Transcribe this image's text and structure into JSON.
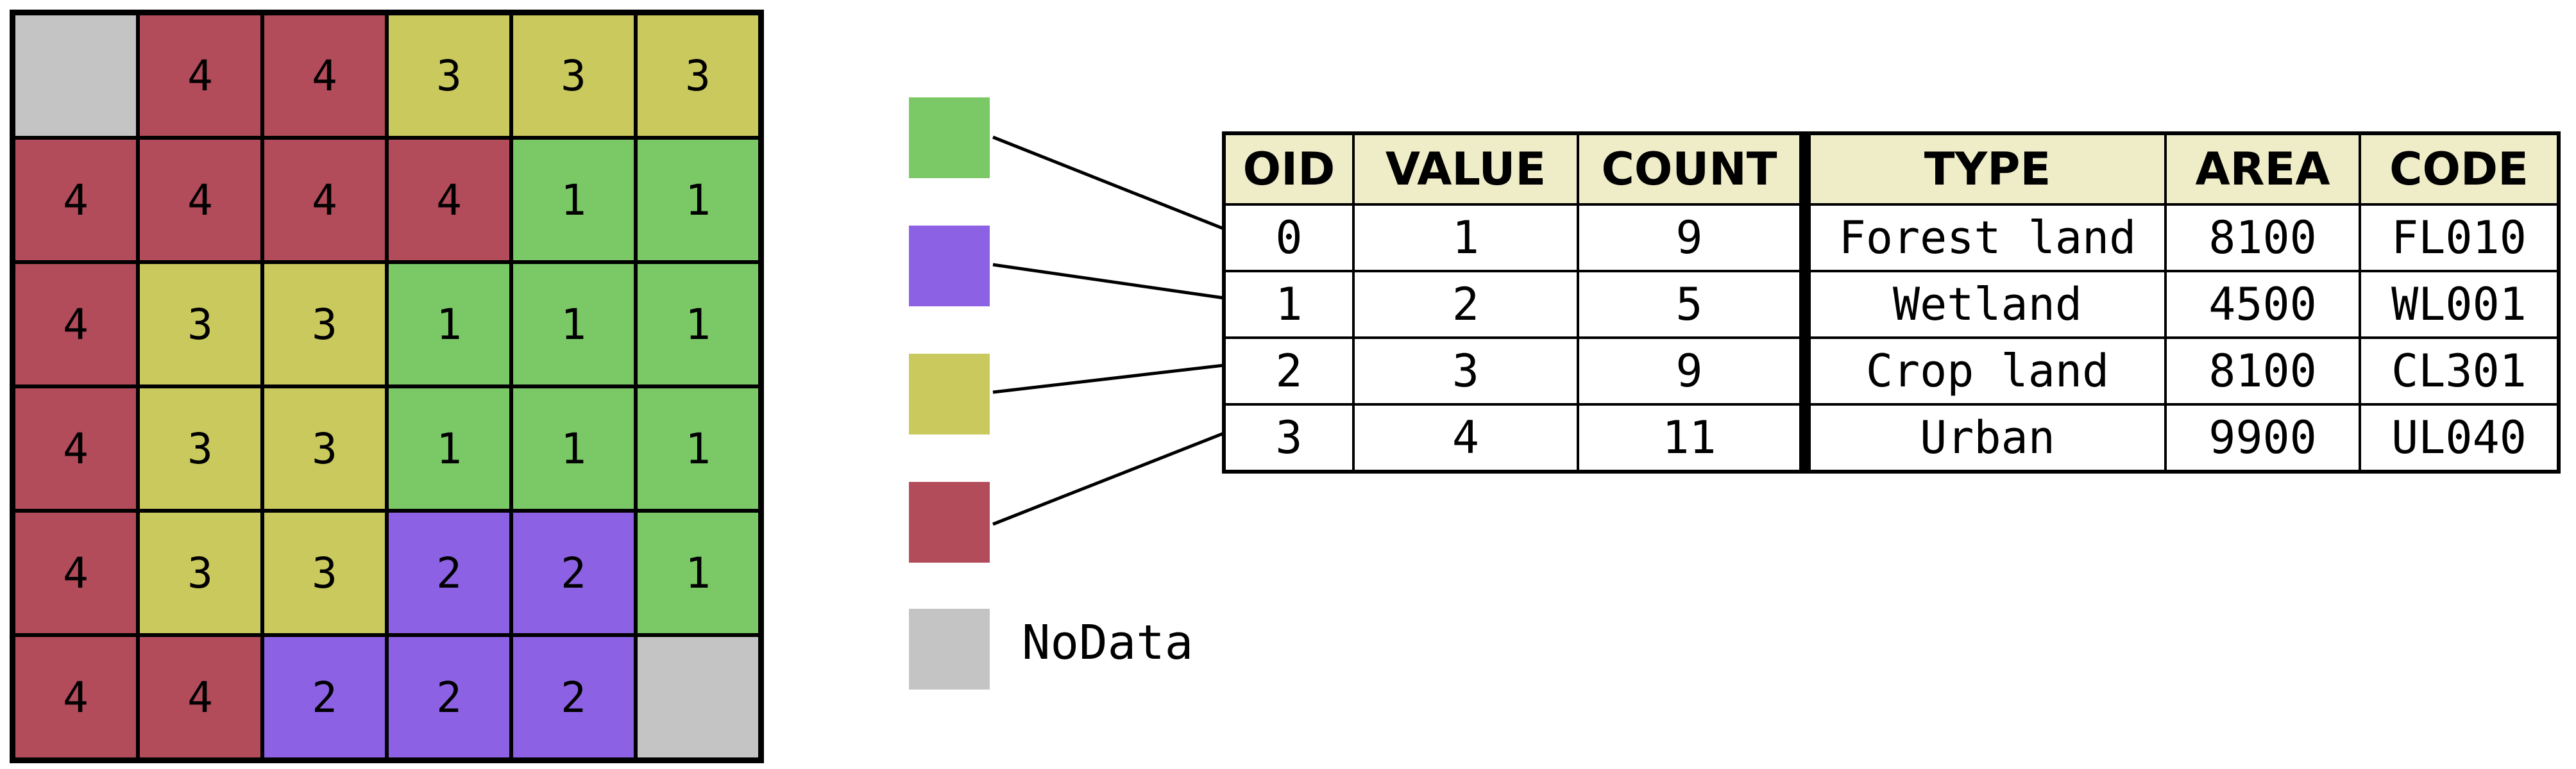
{
  "legend_colors": {
    "1": "#7ac866",
    "2": "#8d61e3",
    "3": "#c9c95d",
    "4": "#b24b5a",
    "nodata": "#c4c4c4"
  },
  "raster": {
    "rows": [
      [
        "",
        "4",
        "4",
        "3",
        "3",
        "3"
      ],
      [
        "4",
        "4",
        "4",
        "4",
        "1",
        "1"
      ],
      [
        "4",
        "3",
        "3",
        "1",
        "1",
        "1"
      ],
      [
        "4",
        "3",
        "3",
        "1",
        "1",
        "1"
      ],
      [
        "4",
        "3",
        "3",
        "2",
        "2",
        "1"
      ],
      [
        "4",
        "4",
        "2",
        "2",
        "2",
        ""
      ]
    ]
  },
  "legend": {
    "nodata_label": "NoData"
  },
  "table": {
    "headers": [
      "OID",
      "VALUE",
      "COUNT",
      "TYPE",
      "AREA",
      "CODE"
    ],
    "rows": [
      [
        "0",
        "1",
        "9",
        "Forest land",
        "8100",
        "FL010"
      ],
      [
        "1",
        "2",
        "5",
        "Wetland",
        "4500",
        "WL001"
      ],
      [
        "2",
        "3",
        "9",
        "Crop land",
        "8100",
        "CL301"
      ],
      [
        "3",
        "4",
        "11",
        "Urban",
        "9900",
        "UL040"
      ]
    ]
  }
}
